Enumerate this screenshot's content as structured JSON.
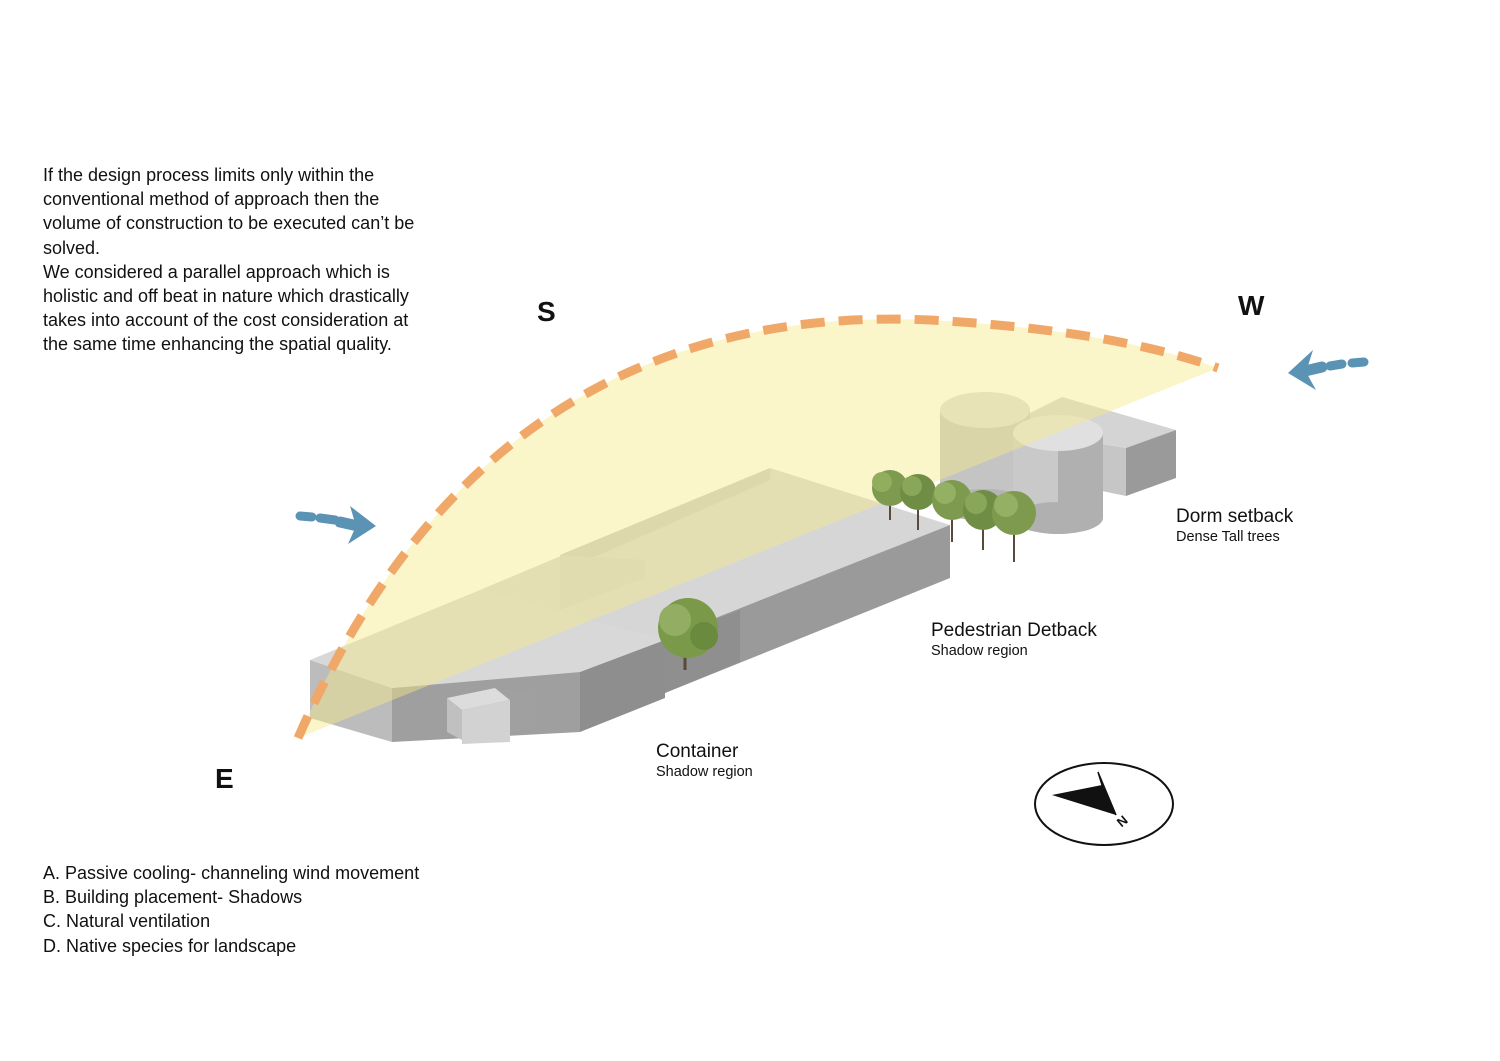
{
  "intro": {
    "paragraph_1": "If the design process limits only within the conventional method of approach then the volume of construction to be executed can’t be solved.",
    "paragraph_2": "We considered a parallel approach which is holistic and off beat in nature which drastically takes into account of the cost consideration at the same time enhancing the spatial quality."
  },
  "directions": {
    "south": "S",
    "west": "W",
    "east": "E"
  },
  "labels": {
    "dorm": {
      "title": "Dorm setback",
      "sub": "Dense Tall  trees"
    },
    "pedestrian": {
      "title": "Pedestrian Detback",
      "sub": "Shadow region"
    },
    "container": {
      "title": "Container",
      "sub": "Shadow region"
    }
  },
  "legend": [
    "A. Passive cooling- channeling wind movement",
    "B. Building placement- Shadows",
    "C. Natural ventilation",
    "D. Native species for landscape"
  ],
  "compass_letter": "N",
  "colors": {
    "sun_path": "#f0a868",
    "sun_fill": "#fbf3b8",
    "wind_arrow": "#5b93b5",
    "building_top": "#d4d4d4",
    "building_side": "#9c9c9c",
    "tree": "#7a9a4a"
  },
  "icons": [
    "wind-arrow-icon",
    "compass-icon",
    "tree-icon"
  ]
}
